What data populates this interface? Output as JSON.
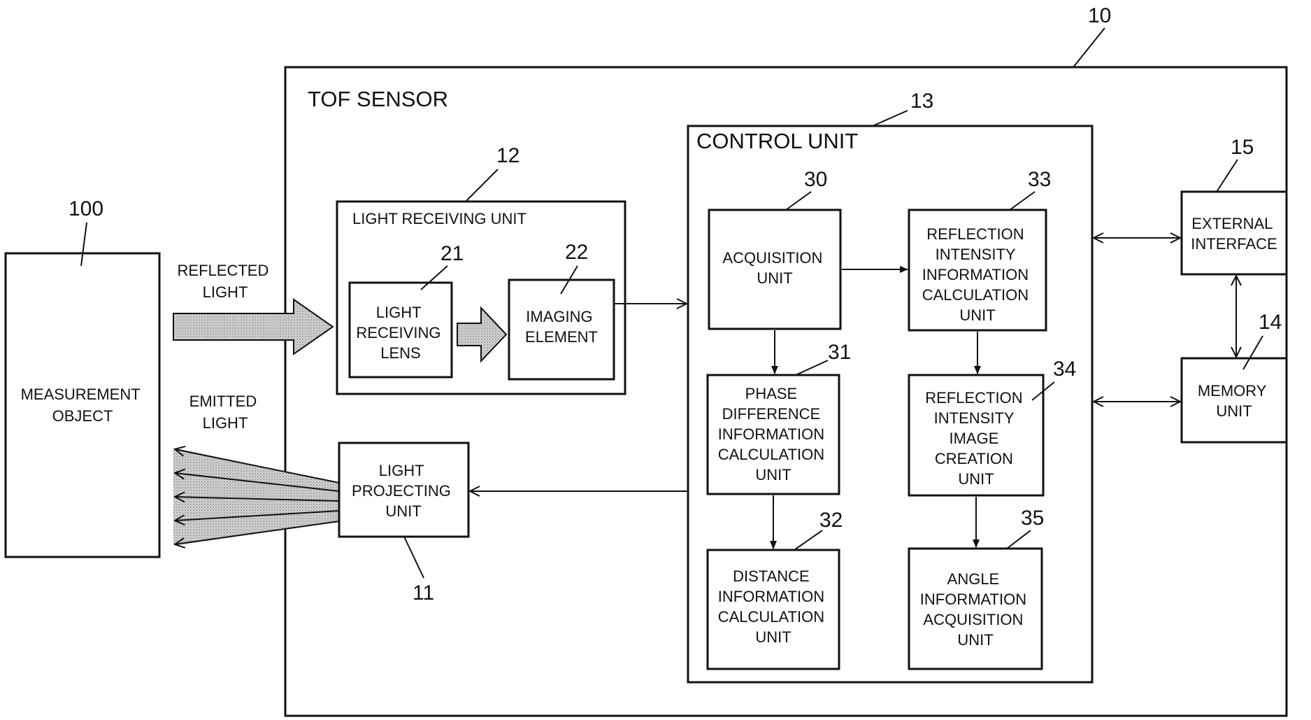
{
  "refs": {
    "tof_sensor": "10",
    "light_projecting_unit": "11",
    "light_receiving_unit": "12",
    "control_unit": "13",
    "memory_unit": "14",
    "external_interface": "15",
    "light_receiving_lens": "21",
    "imaging_element": "22",
    "acquisition_unit": "30",
    "phase_difference_unit": "31",
    "distance_unit": "32",
    "reflection_intensity_info_unit": "33",
    "reflection_intensity_image_unit": "34",
    "angle_info_unit": "35",
    "measurement_object": "100"
  },
  "labels": {
    "tof_sensor": "TOF SENSOR",
    "control_unit": "CONTROL UNIT",
    "light_receiving_unit": "LIGHT RECEIVING UNIT",
    "light_receiving_lens": [
      "LIGHT",
      "RECEIVING",
      "LENS"
    ],
    "imaging_element": [
      "IMAGING",
      "ELEMENT"
    ],
    "light_projecting_unit": [
      "LIGHT",
      "PROJECTING",
      "UNIT"
    ],
    "measurement_object": [
      "MEASUREMENT",
      "OBJECT"
    ],
    "reflected_light": [
      "REFLECTED",
      "LIGHT"
    ],
    "emitted_light": [
      "EMITTED",
      "LIGHT"
    ],
    "acquisition_unit": [
      "ACQUISITION",
      "UNIT"
    ],
    "phase_difference_unit": [
      "PHASE",
      "DIFFERENCE",
      "INFORMATION",
      "CALCULATION",
      "UNIT"
    ],
    "distance_unit": [
      "DISTANCE",
      "INFORMATION",
      "CALCULATION",
      "UNIT"
    ],
    "reflection_intensity_info_unit": [
      "REFLECTION",
      "INTENSITY",
      "INFORMATION",
      "CALCULATION",
      "UNIT"
    ],
    "reflection_intensity_image_unit": [
      "REFLECTION",
      "INTENSITY",
      "IMAGE",
      "CREATION",
      "UNIT"
    ],
    "angle_info_unit": [
      "ANGLE",
      "INFORMATION",
      "ACQUISITION",
      "UNIT"
    ],
    "external_interface": [
      "EXTERNAL",
      "INTERFACE"
    ],
    "memory_unit": [
      "MEMORY",
      "UNIT"
    ]
  },
  "colors": {
    "line": "#111111",
    "fill_stipple": "#c8c8c8"
  }
}
